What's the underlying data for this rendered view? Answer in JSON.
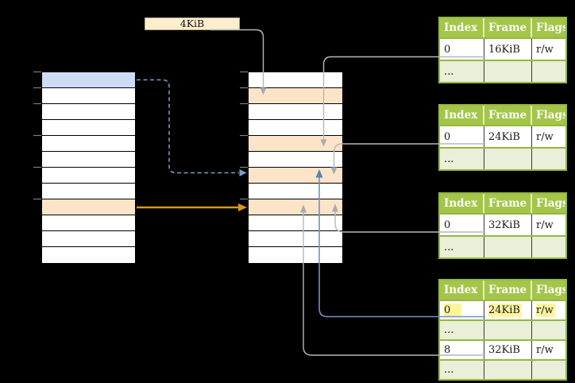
{
  "size_label": {
    "text": "4KiB"
  },
  "colors": {
    "background": "#000000",
    "tick": "#7f7f7f",
    "blue_row": "#ccdcf4",
    "orange_row": "#fce4c8",
    "label_bg": "#fdeecb",
    "label_border": "#b3aa8e",
    "green_header": "#a3c64a",
    "green_border": "#95b93e",
    "green_row": "#e9efd8",
    "yellow_highlight": "#fdf49e",
    "gray_arrow": "#b4b7bc",
    "gray_arrowhead": "#a7abb2",
    "blue_arrow_line": "#6e93c4",
    "blue_arrowhead": "#5d80b5",
    "blue_dashed": "#7b9dcb",
    "orange_arrow": "#d79916"
  },
  "page_tables": {
    "level1": {
      "label": "level-1-page-table",
      "row_count": 12,
      "rows": [
        "blue",
        "",
        "",
        "",
        "",
        "",
        "",
        "",
        "orange",
        "",
        "",
        ""
      ],
      "highlighted_entries": {
        "0": "blue",
        "8": "orange"
      }
    },
    "level2": {
      "label": "level-2-page-table",
      "row_count": 12,
      "rows": [
        "",
        "orange",
        "",
        "",
        "orange",
        "",
        "orange",
        "",
        "orange",
        "",
        "",
        ""
      ],
      "highlighted_entries": {
        "1": "orange",
        "4": "orange",
        "6": "orange",
        "8": "orange"
      }
    }
  },
  "frame_table_headers": [
    "Index",
    "Frame",
    "Flags"
  ],
  "frame_tables": [
    {
      "rows": [
        {
          "cells": [
            "0",
            "16KiB",
            "r/w"
          ]
        },
        {
          "cells": [
            "...",
            "",
            ""
          ],
          "muted": true
        }
      ]
    },
    {
      "rows": [
        {
          "cells": [
            "0",
            "24KiB",
            "r/w"
          ]
        },
        {
          "cells": [
            "...",
            "",
            ""
          ],
          "muted": true
        }
      ]
    },
    {
      "rows": [
        {
          "cells": [
            "0",
            "32KiB",
            "r/w"
          ]
        },
        {
          "cells": [
            "...",
            "",
            ""
          ],
          "muted": true
        }
      ]
    },
    {
      "rows": [
        {
          "cells": [
            "0",
            "24KiB",
            "r/w"
          ],
          "highlight": true
        },
        {
          "cells": [
            "...",
            "",
            ""
          ],
          "muted": true
        },
        {
          "cells": [
            "8",
            "32KiB",
            "r/w"
          ]
        },
        {
          "cells": [
            "...",
            "",
            ""
          ],
          "muted": true
        }
      ]
    }
  ],
  "arrows": [
    {
      "name": "size-label-to-level2-entry-1",
      "style": "solid",
      "color": "gray"
    },
    {
      "name": "frame-table-1-to-level2-entry-4",
      "style": "solid",
      "color": "gray"
    },
    {
      "name": "frame-table-2-to-level2-entry-6",
      "style": "solid",
      "color": "gray"
    },
    {
      "name": "frame-table-3-to-level2-entry-8",
      "style": "solid",
      "color": "gray"
    },
    {
      "name": "frame-table-4-row-0-to-level2-entry-6",
      "style": "solid",
      "color": "blue"
    },
    {
      "name": "frame-table-4-row-8-to-level2-entry-8",
      "style": "solid",
      "color": "gray"
    },
    {
      "name": "level1-entry-0-to-level2-entry-6",
      "style": "dashed",
      "color": "blue"
    },
    {
      "name": "level1-entry-8-to-level2-entry-8",
      "style": "solid",
      "color": "orange"
    }
  ]
}
